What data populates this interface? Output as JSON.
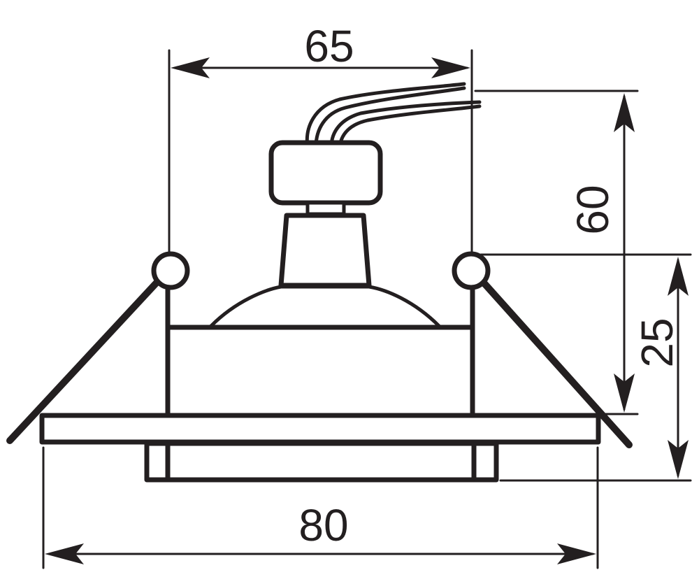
{
  "dimensions": {
    "top_width": "65",
    "total_height": "60",
    "frame_height": "25",
    "bottom_width": "80"
  },
  "colors": {
    "line": "#231f20",
    "background": "#ffffff"
  }
}
